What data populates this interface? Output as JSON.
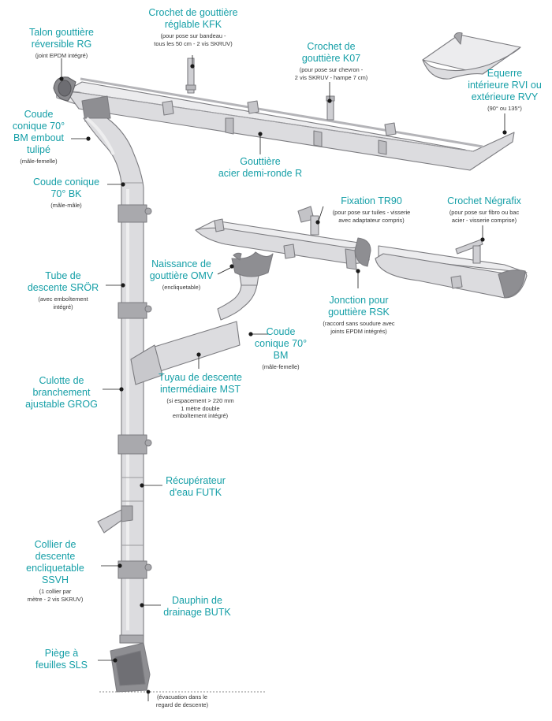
{
  "colors": {
    "label": "#159fa7",
    "note": "#333333",
    "metal": "#dcdcdf",
    "outline": "#7c7c80",
    "shadow": "#b4b4b8",
    "dot": "#1a1a1a"
  },
  "labels": [
    {
      "id": "talon",
      "title_lines": [
        "Talon gouttière",
        "réversible RG"
      ],
      "sub_lines": [
        "(joint EPDM intégré)"
      ]
    },
    {
      "id": "kfk",
      "title_lines": [
        "Crochet de gouttière",
        "réglable KFK"
      ],
      "sub_lines": [
        "(pour pose sur bandeau -",
        "tous les 50 cm - 2 vis SKRUV)"
      ]
    },
    {
      "id": "k07",
      "title_lines": [
        "Crochet de",
        "gouttière K07"
      ],
      "sub_lines": [
        "(pour pose sur chevron -",
        "2 vis SKRUV - hampe 7 cm)"
      ]
    },
    {
      "id": "equerre",
      "title_lines": [
        "Equerre",
        "intérieure RVI ou",
        "extérieure RVY"
      ],
      "sub_lines": [
        "(90° ou 135°)"
      ]
    },
    {
      "id": "coude-bm-tulipe",
      "title_lines": [
        "Coude",
        "conique 70°",
        "BM embout",
        "tulipé"
      ],
      "sub_lines": [
        "(mâle-femelle)"
      ]
    },
    {
      "id": "gouttiere-r",
      "title_lines": [
        "Gouttière",
        "acier demi-ronde R"
      ],
      "sub_lines": []
    },
    {
      "id": "coude-bk",
      "title_lines": [
        "Coude conique",
        "70° BK"
      ],
      "sub_lines": [
        "(mâle-mâle)"
      ]
    },
    {
      "id": "tr90",
      "title_lines": [
        "Fixation TR90"
      ],
      "sub_lines": [
        "(pour pose sur tuiles - visserie",
        "avec adaptateur compris)"
      ]
    },
    {
      "id": "negrafix",
      "title_lines": [
        "Crochet Négrafix"
      ],
      "sub_lines": [
        "(pour pose sur fibro ou bac",
        "acier - visserie comprise)"
      ]
    },
    {
      "id": "omv",
      "title_lines": [
        "Naissance de",
        "gouttière OMV"
      ],
      "sub_lines": [
        "(encliquetable)"
      ]
    },
    {
      "id": "sror",
      "title_lines": [
        "Tube de",
        "descente SRÖR"
      ],
      "sub_lines": [
        "(avec emboîtement",
        "intégré)"
      ]
    },
    {
      "id": "rsk",
      "title_lines": [
        "Jonction pour",
        "gouttière RSK"
      ],
      "sub_lines": [
        "(raccord sans soudure avec",
        "joints EPDM intégrés)"
      ]
    },
    {
      "id": "coude-bm",
      "title_lines": [
        "Coude",
        "conique 70°",
        "BM"
      ],
      "sub_lines": [
        "(mâle-femelle)"
      ]
    },
    {
      "id": "mst",
      "title_lines": [
        "Tuyau de descente",
        "intermédiaire MST"
      ],
      "sub_lines": [
        "(si espacement > 220 mm",
        "1 mètre double",
        "emboîtement intégré)"
      ]
    },
    {
      "id": "grog",
      "title_lines": [
        "Culotte de",
        "branchement",
        "ajustable GROG"
      ],
      "sub_lines": []
    },
    {
      "id": "futk",
      "title_lines": [
        "Récupérateur",
        "d'eau FUTK"
      ],
      "sub_lines": []
    },
    {
      "id": "ssvh",
      "title_lines": [
        "Collier de",
        "descente",
        "encliquetable",
        "SSVH"
      ],
      "sub_lines": [
        "(1 collier par",
        "mètre - 2 vis SKRUV)"
      ]
    },
    {
      "id": "butk",
      "title_lines": [
        "Dauphin de",
        "drainage BUTK"
      ],
      "sub_lines": []
    },
    {
      "id": "sls",
      "title_lines": [
        "Piège à",
        "feuilles SLS"
      ],
      "sub_lines": []
    },
    {
      "id": "evacuation",
      "title_lines": [],
      "sub_lines": [
        "(évacuation dans le",
        "regard de descente)"
      ]
    }
  ]
}
